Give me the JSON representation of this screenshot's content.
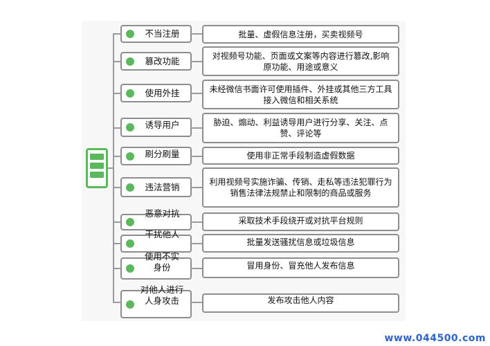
{
  "rows": [
    {
      "category": "不当注册",
      "description": "批量、虚假信息注册，买卖视频号"
    },
    {
      "category": "篡改功能",
      "description": "对视频号功能、页面或文案等内容进行篡改,影响原功能、用途或意义"
    },
    {
      "category": "使用外挂",
      "description": "未经微信书面许可使用插件、外挂或其他三方工具接入微信和相关系统"
    },
    {
      "category": "诱导用户",
      "description": "胁迫、煽动、利益诱导用户进行分享、关注、点赞、评论等"
    },
    {
      "category": "刷分刷量",
      "description": "使用非正常手段制造虚假数据"
    },
    {
      "category": "违法营销",
      "description": "利用视频号实施诈骗、传销、走私等违法犯罪行为销售法律法规禁止和限制的商品或服务"
    },
    {
      "category": "恶意对抗",
      "description": "采取技术手段绕开或对抗平台规则"
    },
    {
      "category": "干扰他人",
      "description": "批量发送骚扰信息或垃圾信息"
    },
    {
      "category": "使用不实身份",
      "description": "冒用身份、冒充他人发布信息"
    },
    {
      "category": "对他人进行人身攻击",
      "description": "发布攻击他人内容"
    }
  ],
  "watermark": "www.044500.com",
  "icons": {
    "root": "list-document-icon",
    "bullet": "green-dot-icon"
  },
  "colors": {
    "accent": "#5cb85c",
    "border": "#8d8d8d",
    "watermark": "#2e63c8"
  }
}
